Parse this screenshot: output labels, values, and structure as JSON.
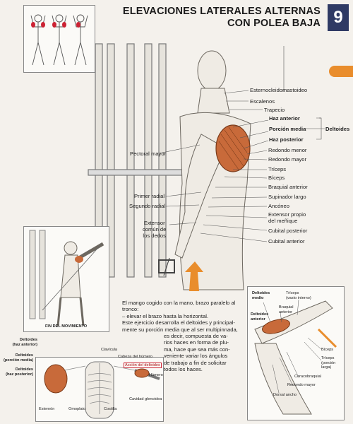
{
  "header": {
    "title_line1": "ELEVACIONES LATERALES ALTERNAS",
    "title_line2": "CON POLEA BAJA",
    "number": "9"
  },
  "colors": {
    "accent": "#e98d2c",
    "number_box": "#2f3a64",
    "muscle": "#c86a3a",
    "highlight": "#cc2233"
  },
  "main_labels": {
    "esternocleidomastoideo": "Esternocleidomastoideo",
    "escalenos": "Escalenos",
    "trapecio": "Trapecio",
    "haz_anterior": "Haz anterior",
    "porcion_media": "Porción media",
    "haz_posterior": "Haz posterior",
    "deltoides": "Deltoides",
    "redondo_menor": "Redondo menor",
    "redondo_mayor": "Redondo mayor",
    "triceps": "Tríceps",
    "biceps": "Bíceps",
    "braquial_anterior": "Braquial anterior",
    "supinador_largo": "Supinador largo",
    "ancóneo": "Ancóneo",
    "extensor_propio_1": "Extensor propio",
    "extensor_propio_2": "del meñique",
    "cubital_posterior": "Cubital posterior",
    "cubital_anterior": "Cubital anterior",
    "pectoral_mayor": "Pectoral mayor",
    "primer_radial": "Primer radial",
    "segundo_radial": "Segundo radial",
    "extensor_comun_1": "Extensor",
    "extensor_comun_2": "común de",
    "extensor_comun_3": "los dedos"
  },
  "fin_movimiento": "FIN DEL MOVIMIENTO",
  "description": {
    "line1": "El mango cogido con la mano, brazo paralelo al",
    "line2": "tronco:",
    "line3": "– elevar el brazo hasta la horizontal.",
    "line4": "Este ejercicio desarrolla el deltoides y principal-",
    "line5": "mente su porción media que al ser multipinnada,",
    "line6": "es decir, compuesta de va-",
    "line7": "rios haces en forma de plu-",
    "line8": "ma, hace que sea más con-",
    "line9": "veniente variar los ángulos",
    "line10": "de trabajo a fin de solicitar",
    "line11": "todos los haces."
  },
  "skeleton_labels": {
    "deltoides_haz_anterior_1": "Deltoides",
    "deltoides_haz_anterior_2": "(haz anterior)",
    "deltoides_porcion_media_1": "Deltoides",
    "deltoides_porcion_media_2": "(porción media)",
    "deltoides_haz_posterior_1": "Deltoides",
    "deltoides_haz_posterior_2": "(haz posterior)",
    "clavicula": "Clavícula",
    "cabeza_humero": "Cabeza del húmero",
    "accion_deltoides": "Acción del deltoides",
    "humero": "Húmero",
    "cavidad_glenoidea": "Cavidad glenoidea",
    "esternon": "Esternón",
    "omoplato": "Omoplato",
    "costilla": "Costilla"
  },
  "arm_labels": {
    "deltoides_medio_1": "Deltoides",
    "deltoides_medio_2": "medio",
    "triceps_vasto_1": "Tríceps",
    "triceps_vasto_2": "(vasto interno)",
    "braquial_anterior_1": "Braquial",
    "braquial_anterior_2": "anterior",
    "deltoides_anterior_1": "Deltoides",
    "deltoides_anterior_2": "anterior",
    "biceps": "Bíceps",
    "triceps_porcion_1": "Tríceps",
    "triceps_porcion_2": "(porción",
    "triceps_porcion_3": "larga)",
    "coracobraquial": "Coracobraquial",
    "redondo_mayor": "Redondo mayor",
    "dorsal_ancho": "Dorsal ancho"
  }
}
